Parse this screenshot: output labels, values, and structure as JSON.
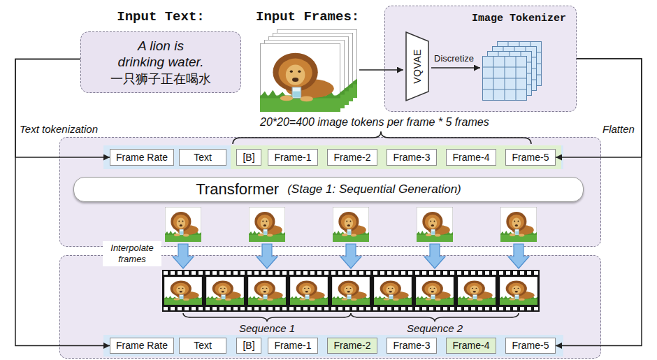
{
  "diagram": {
    "nodes": [
      {
        "text": [
          "Input Text:",
          "A lion is drinking water.",
          "一只狮子正在喝水"
        ]
      },
      {
        "text": [
          "Image Tokenizer"
        ]
      },
      {
        "text": [
          "VQVAE"
        ],
        "in": 1
      },
      {
        "text": []
      },
      {
        "text": [],
        "in": 3
      },
      {
        "text": [
          "Frame Rate"
        ],
        "in": 4
      },
      {
        "text": [
          "Text"
        ],
        "in": 4
      },
      {
        "text": [],
        "in": 4
      },
      {
        "text": [
          "[B]"
        ],
        "in": 7
      },
      {
        "text": [
          "Frame-1"
        ],
        "in": 7
      },
      {
        "text": [
          "Frame-2"
        ],
        "in": 7
      },
      {
        "text": [
          "Frame-3"
        ],
        "in": 7
      },
      {
        "text": [
          "Frame-4"
        ],
        "in": 7
      },
      {
        "text": [
          "Frame-5"
        ],
        "in": 7
      },
      {
        "text": [
          "Transformer",
          "(Stage 1: Sequential Generation)"
        ],
        "in": 3
      },
      {
        "text": []
      },
      {
        "text": [],
        "in": 15
      },
      {
        "text": [
          "Frame Rate"
        ],
        "in": 16
      },
      {
        "text": [
          "Text"
        ],
        "in": 16
      },
      {
        "text": [
          "[B]"
        ],
        "in": 16
      },
      {
        "text": [
          "Frame-1"
        ],
        "in": 16
      },
      {
        "text": [
          "Frame-2"
        ],
        "in": 16
      },
      {
        "text": [
          "Frame-3"
        ],
        "in": 16
      },
      {
        "text": [
          "Frame-4"
        ],
        "in": 16
      },
      {
        "text": [
          "Frame-5"
        ],
        "in": 16
      }
    ],
    "edges": [
      {
        "from": 0,
        "to": 5,
        "arrow": "to",
        "label": "Text tokenization"
      },
      {
        "from": 0,
        "to": 17,
        "arrow": "to"
      },
      {
        "from": 1,
        "to": 13,
        "arrow": "to",
        "label": "Flatten"
      },
      {
        "from": 1,
        "to": 24,
        "arrow": "to"
      }
    ],
    "labels": [
      "Input Frames:",
      "Discretize",
      "20*20=400 image tokens per frame * 5 frames",
      "Interpolate frames",
      "Sequence 1",
      "Sequence 2"
    ]
  }
}
